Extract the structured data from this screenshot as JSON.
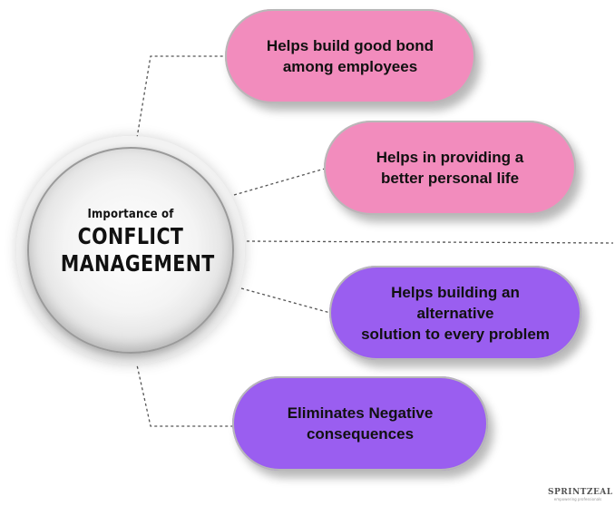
{
  "hub": {
    "subtitle": "Importance of",
    "title_line1": "CONFLICT",
    "title_line2": "MANAGEMENT"
  },
  "items": [
    {
      "line1": "Helps build good bond",
      "line2": "among employees",
      "color": "#f28cbd"
    },
    {
      "line1": "Helps in providing a",
      "line2": "better personal life",
      "color": "#f28cbd"
    },
    {
      "line1": "Helps building an alternative",
      "line2": "solution to every problem",
      "color": "#9a5ef0"
    },
    {
      "line1": "Eliminates Negative",
      "line2": "consequences",
      "color": "#9a5ef0"
    }
  ],
  "logo": {
    "word": "SPRINTZEAL",
    "tagline": "empowering professionals"
  }
}
